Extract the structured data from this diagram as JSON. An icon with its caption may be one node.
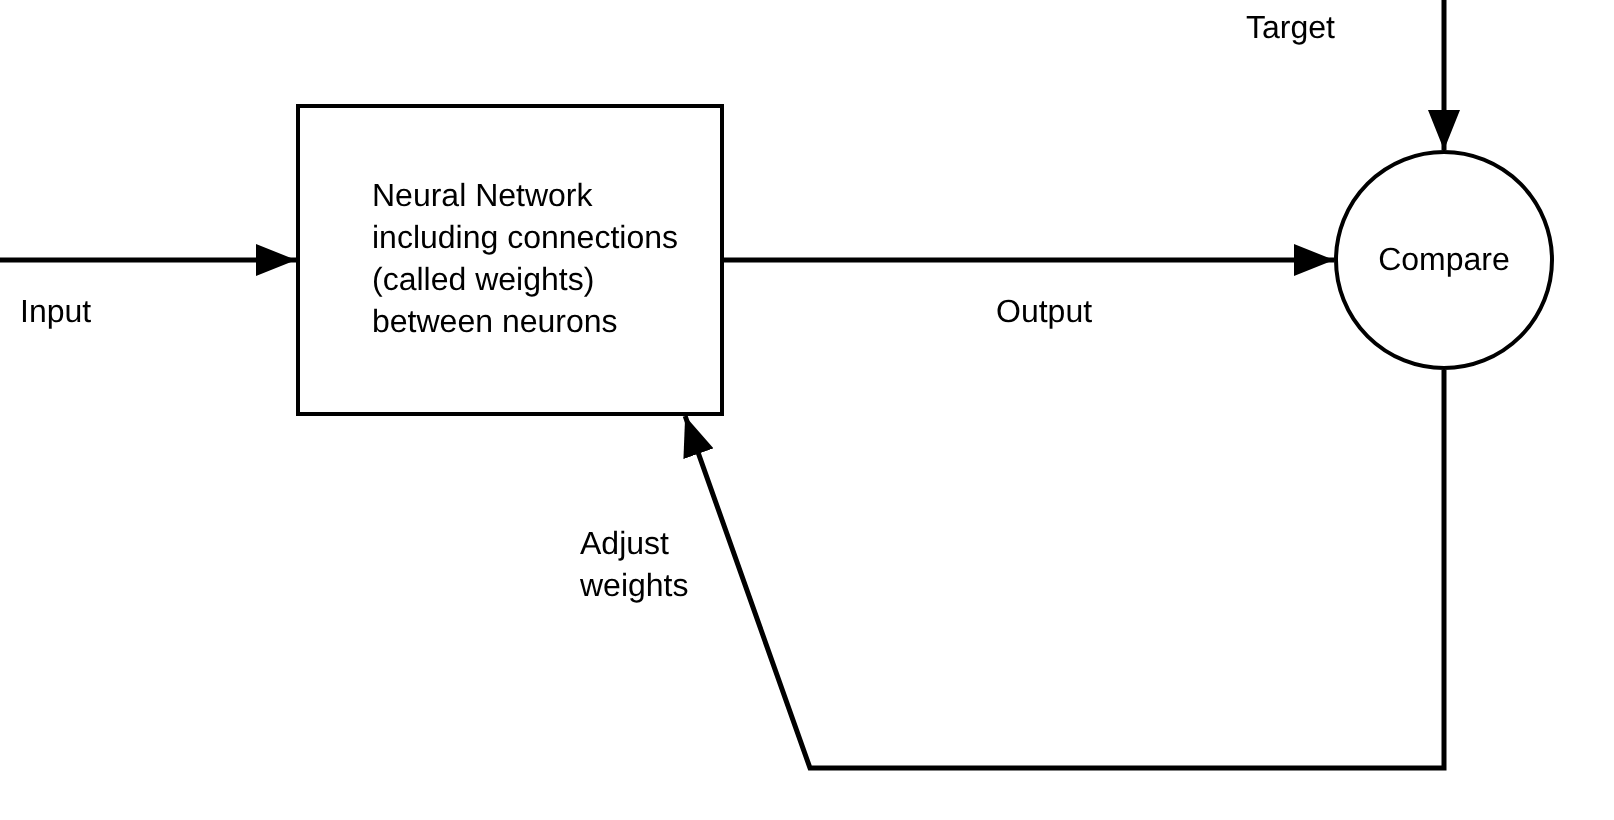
{
  "diagram": {
    "nodes": [
      {
        "text": [
          "Neural Network including connections (called weights) between neurons"
        ]
      },
      {
        "text": [
          "Compare"
        ]
      }
    ],
    "edges": [
      {
        "from": null,
        "to": 0,
        "arrow": "to",
        "label": "Input"
      },
      {
        "from": 0,
        "to": 1,
        "arrow": "to",
        "label": "Output"
      },
      {
        "from": null,
        "to": 1,
        "arrow": "to",
        "label": "Target"
      },
      {
        "from": 1,
        "to": 0,
        "arrow": "to",
        "label": "Adjust weights"
      }
    ]
  }
}
